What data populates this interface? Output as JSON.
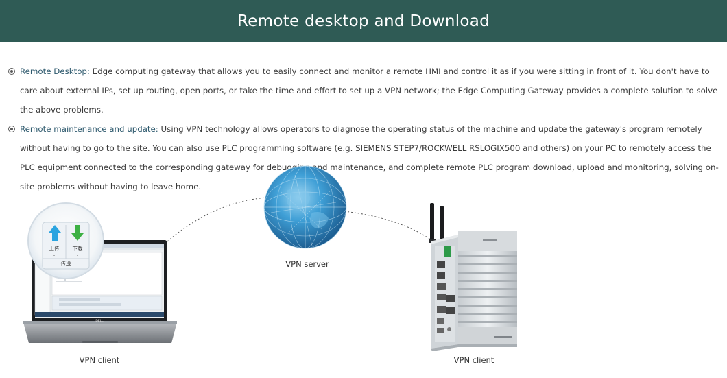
{
  "header": {
    "title": "Remote desktop and Download"
  },
  "sections": [
    {
      "lead": "Remote Desktop:",
      "text": " Edge computing gateway that allows you to easily connect and monitor a remote HMI and control it as if you were sitting in front of it. You don't have to care about external IPs, set up routing, open ports, or take the time and effort to set up a VPN network; the Edge Computing Gateway provides a complete solution to solve the above problems."
    },
    {
      "lead": "Remote maintenance and update:",
      "text": " Using VPN technology allows operators to diagnose the operating status of the machine and update the gateway's program remotely without having to go to the site. You can also use PLC programming software (e.g. SIEMENS STEP7/ROCKWELL RSLOGIX500 and others) on your PC to remotely access the PLC equipment connected to the corresponding gateway for debugging and maintenance, and complete remote PLC program download, upload and monitoring, solving on-site problems without having to leave home."
    }
  ],
  "diagram": {
    "server_label": "VPN server",
    "laptop_label": "VPN client",
    "gateway_label": "VPN client",
    "upload_label": "上传",
    "download_label": "下载",
    "transfer_label": "传送",
    "laptop_brand": "DELL"
  },
  "colors": {
    "banner": "#2f5b55",
    "lead_text": "#2f5a6e",
    "upload_arrow": "#2aa4e0",
    "download_arrow": "#3cb043",
    "globe": "#2d8fc9"
  },
  "icons": [
    "radio-bullet-icon",
    "upload-arrow-icon",
    "download-arrow-icon",
    "globe-icon",
    "laptop-icon",
    "gateway-device-icon",
    "antenna-icon"
  ]
}
